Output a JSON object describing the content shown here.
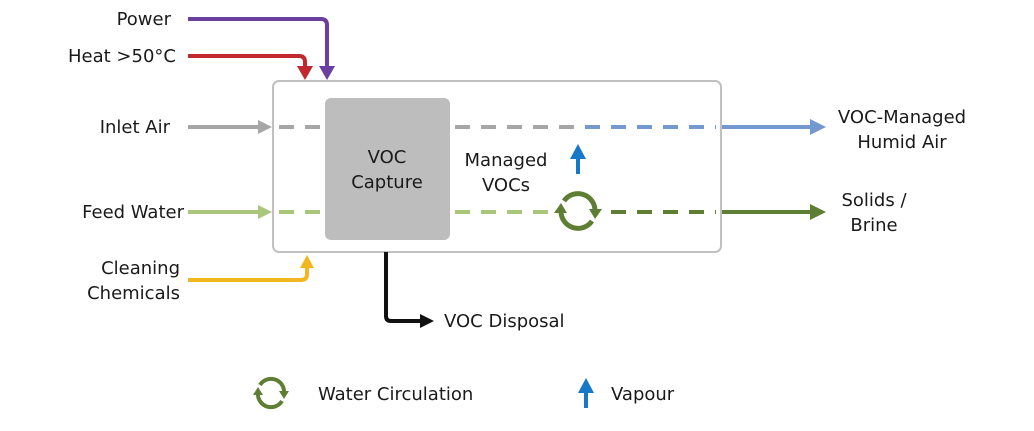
{
  "colors": {
    "power": "#6b3fa0",
    "heat": "#c1272d",
    "inlet_air": "#a6a6a6",
    "feed_water": "#a9c77a",
    "cleaning": "#f2b71f",
    "humid_air": "#7399d0",
    "brine": "#5e7e33",
    "vapour": "#1878c8",
    "circulation": "#5e7e33",
    "disposal": "#111111",
    "capture_box": "#bdbdbd",
    "system_border": "#c0c0c0"
  },
  "inputs": {
    "power": "Power",
    "heat": "Heat >50°C",
    "inlet_air": "Inlet Air",
    "feed_water": "Feed Water",
    "cleaning_line1": "Cleaning",
    "cleaning_line2": "Chemicals"
  },
  "outputs": {
    "humid_air_line1": "VOC-Managed",
    "humid_air_line2": "Humid Air",
    "brine_line1": "Solids /",
    "brine_line2": "Brine",
    "disposal": "VOC Disposal"
  },
  "process": {
    "capture_line1": "VOC",
    "capture_line2": "Capture",
    "managed_line1": "Managed",
    "managed_line2": "VOCs"
  },
  "legend": [
    {
      "icon": "circulation-icon",
      "label": "Water Circulation"
    },
    {
      "icon": "vapour-arrow-icon",
      "label": "Vapour"
    }
  ]
}
